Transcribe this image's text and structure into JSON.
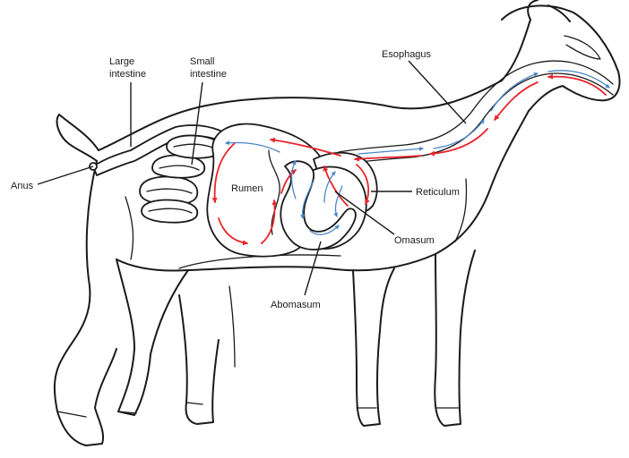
{
  "labels": {
    "large_intestine": [
      "Large",
      "intestine"
    ],
    "small_intestine": [
      "Small",
      "intestine"
    ],
    "anus": "Anus",
    "rumen": "Rumen",
    "esophagus": "Esophagus",
    "reticulum": "Reticulum",
    "omasum": "Omasum",
    "abomasum": "Abomasum"
  },
  "colors": {
    "outline": "#1a1a1a",
    "red_flow": "#e8242a",
    "blue_flow": "#4a86c8",
    "background": "#ffffff"
  }
}
